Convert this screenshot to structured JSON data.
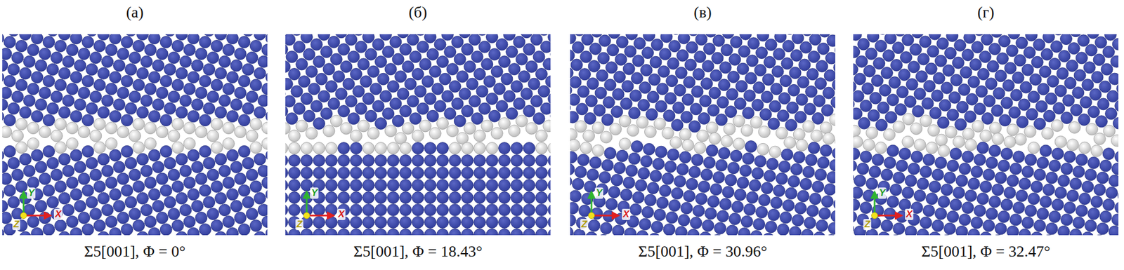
{
  "diagram": {
    "labels": [
      "(а)",
      "(б)",
      "(в)",
      "(г)",
      "Y",
      "X",
      "Z",
      "Y",
      "X",
      "Z",
      "Y",
      "X",
      "Z",
      "Y",
      "X",
      "Z",
      "Σ5[001], Φ = 0°",
      "Σ5[001], Φ = 18.43°",
      "Σ5[001], Φ = 30.96°",
      "Σ5[001], Φ = 32.47°"
    ]
  }
}
